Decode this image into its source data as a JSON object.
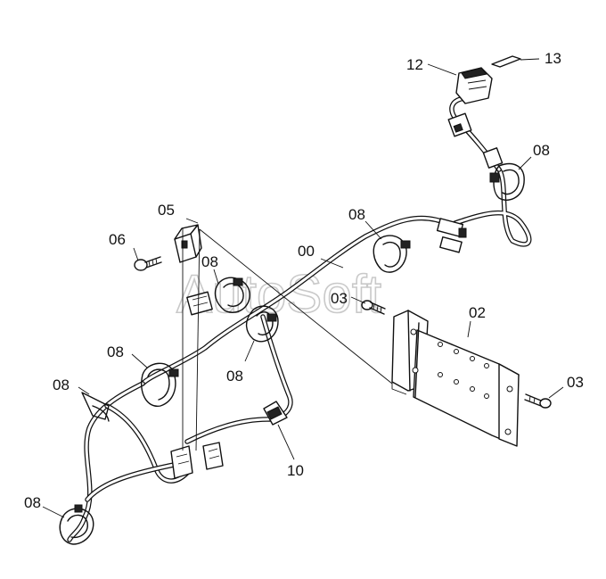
{
  "watermark": "AutoSoft",
  "callouts": {
    "c00": "00",
    "c02": "02",
    "c03a": "03",
    "c03b": "03",
    "c05": "05",
    "c06": "06",
    "c08a": "08",
    "c08b": "08",
    "c08c": "08",
    "c08d": "08",
    "c08e": "08",
    "c08f": "08",
    "c08g": "08",
    "c10": "10",
    "c12": "12",
    "c13": "13"
  }
}
